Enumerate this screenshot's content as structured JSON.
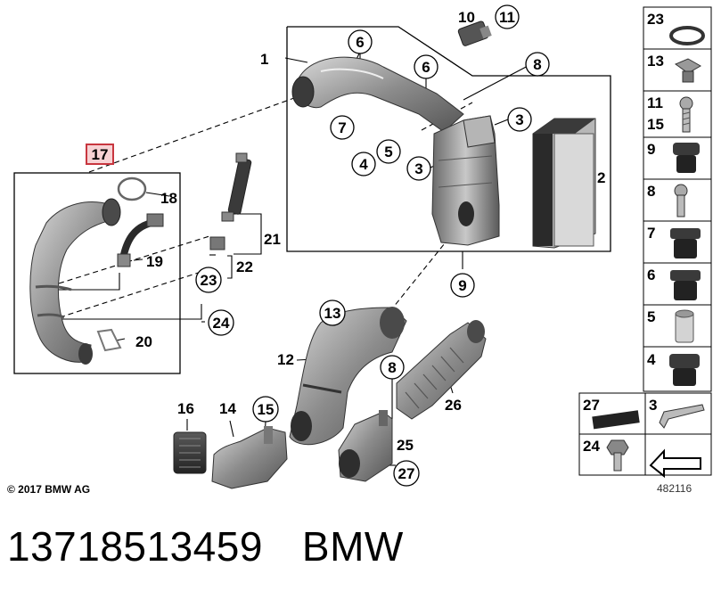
{
  "callouts": {
    "c1": "1",
    "c2": "2",
    "c3a": "3",
    "c3b": "3",
    "c4": "4",
    "c5": "5",
    "c6a": "6",
    "c6b": "6",
    "c7": "7",
    "c8a": "8",
    "c8b": "8",
    "c9": "9",
    "c10": "10",
    "c11": "11",
    "c12": "12",
    "c13": "13",
    "c14": "14",
    "c15": "15",
    "c16": "16",
    "c17": "17",
    "c18": "18",
    "c19": "19",
    "c20": "20",
    "c21": "21",
    "c22": "22",
    "c23": "23",
    "c24": "24",
    "c25": "25",
    "c26": "26",
    "c27": "27"
  },
  "sidebar": {
    "items": [
      {
        "label": "23",
        "icon": "o-ring-icon"
      },
      {
        "label": "13",
        "icon": "clip-nut-icon"
      },
      {
        "label": "11",
        "label2": "15",
        "icon": "screw-icon"
      },
      {
        "label": "9",
        "icon": "grommet-icon"
      },
      {
        "label": "8",
        "icon": "bolt-icon"
      },
      {
        "label": "7",
        "icon": "rubber-mount-icon"
      },
      {
        "label": "6",
        "icon": "rubber-mount-icon"
      },
      {
        "label": "5",
        "icon": "sleeve-icon"
      },
      {
        "label": "4",
        "icon": "rubber-bushing-icon"
      }
    ],
    "bottom_items": [
      {
        "label": "27",
        "icon": "foam-pad-icon"
      },
      {
        "label": "3",
        "icon": "bracket-clip-icon"
      },
      {
        "label": "24",
        "icon": "hex-bolt-icon"
      },
      {
        "label": "",
        "icon": "arrow-symbol-icon"
      }
    ]
  },
  "footer": {
    "copyright": "© 2017 BMW AG",
    "ref_code": "482116",
    "part_number": "13718513459",
    "brand": "BMW"
  },
  "colors": {
    "highlight_box": "#c8363f",
    "highlight_fill": "#f7d2d4",
    "part_gray": "#9a9a9a"
  }
}
